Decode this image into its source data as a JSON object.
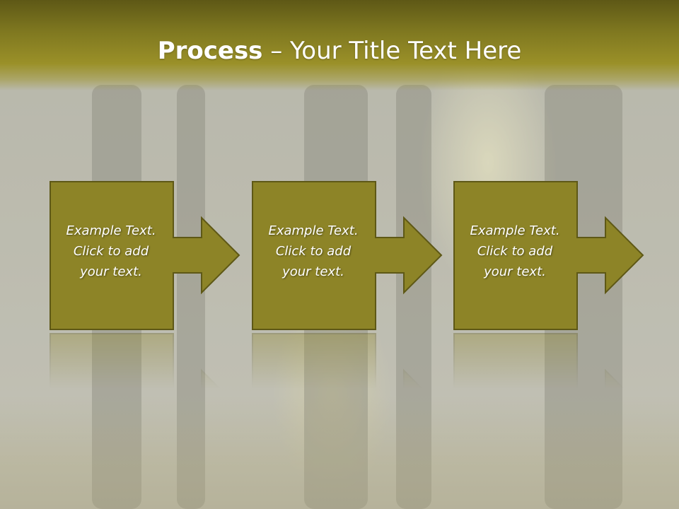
{
  "slide": {
    "title_bold": "Process",
    "title_rest": " – Your Title Text Here"
  },
  "steps": [
    {
      "text": "Example Text.\nClick  to add\nyour text."
    },
    {
      "text": "Example Text.\nClick  to add\nyour text."
    },
    {
      "text": "Example Text.\nClick  to add\nyour text."
    }
  ],
  "colors": {
    "box_fill": "#8d8427",
    "box_stroke": "#5e5816",
    "title_bar": "#7f7820"
  }
}
